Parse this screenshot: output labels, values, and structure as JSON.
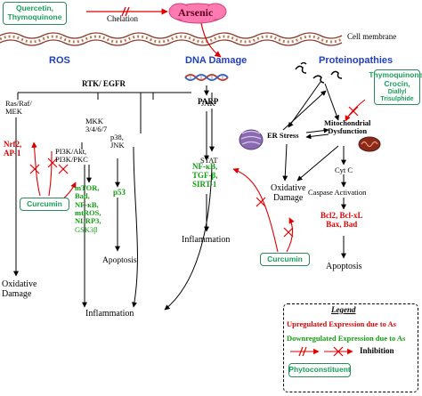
{
  "top": {
    "quercetin_box": [
      "Quercetin,",
      "Thymoquinone"
    ],
    "chelation": "Chelation",
    "arsenic": "Arsenic",
    "cell_membrane": "Cell membrane"
  },
  "sections": {
    "ros": "ROS",
    "dna_damage": "DNA Damage",
    "proteinopathies": "Proteinopathies"
  },
  "left": {
    "rtk_egfr": "RTK/ EGFR",
    "ras": [
      "Ras/Raf/",
      "MEK"
    ],
    "mkk": [
      "MKK",
      "3/4/6/7"
    ],
    "pi3k": [
      "PI3K/Akt,",
      "PI3K/PKC"
    ],
    "nrf2": [
      "Nrf2,",
      "AP-1"
    ],
    "targets": [
      "mTOR,",
      "Bad,",
      "NF-κB,",
      "mtROS,",
      "NLRP3,",
      "GSK3β"
    ],
    "p38": [
      "p38,",
      "JNK"
    ],
    "p53": "p53",
    "jak": "JAK",
    "stat": "STAT",
    "apoptosis": "Apoptosis",
    "oxidative": [
      "Oxidative",
      "Damage"
    ],
    "inflammation": "Inflammation",
    "curcumin": "Curcumin"
  },
  "middle": {
    "parp": "PARP",
    "nfkb": [
      "NF-κB,",
      "TGF-β,",
      "SIRT-1"
    ],
    "inflammation": "Inflammation",
    "curcumin": "Curcumin",
    "oxidative": [
      "Oxidative",
      "Damage"
    ]
  },
  "right": {
    "thymo_box": [
      "Thymoquinone,",
      "Crocin,",
      "Diallyl Trisulphide"
    ],
    "er_stress": "ER Stress",
    "mito": [
      "Mitochondrial",
      "Dysfunction"
    ],
    "cytc": "Cyt C",
    "caspase": "Caspase Activation",
    "bcl": [
      "Bcl2, Bcl-xL",
      "Bax, Bad"
    ],
    "apoptosis": "Apoptosis"
  },
  "legend": {
    "title": "Legend",
    "upregulated": "Upregulated Expression due to As",
    "downregulated": "Downregulated Expression due to As",
    "inhibition": "Inhibition",
    "phyto": "Phytoconstituent"
  },
  "colors": {
    "red": "#e00000",
    "green": "#12a012",
    "blue": "#1f3fbf",
    "arsenic_cloud": "#ff7ab0"
  }
}
